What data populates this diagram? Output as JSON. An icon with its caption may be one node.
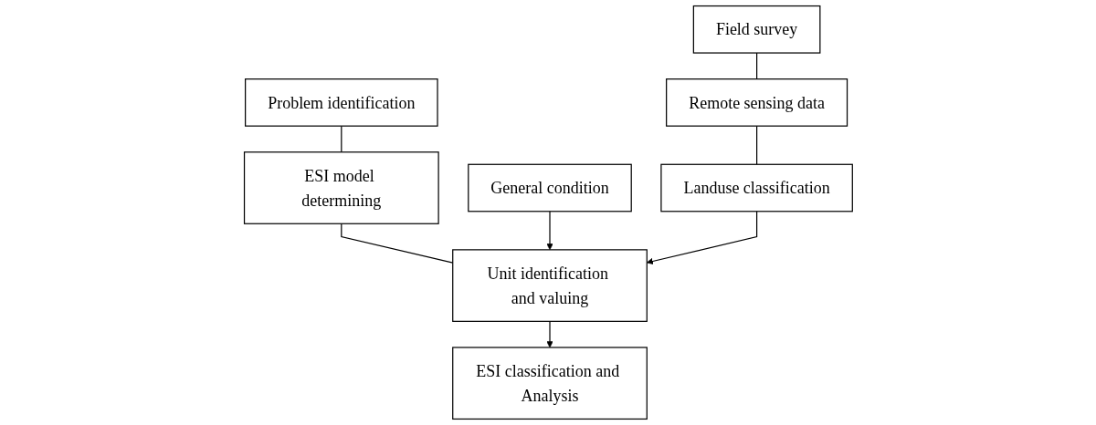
{
  "diagram": {
    "nodes": [
      {
        "text": [
          "Problem identification"
        ]
      },
      {
        "text": [
          "Field survey"
        ]
      },
      {
        "text": [
          "ESI model determining"
        ]
      },
      {
        "text": [
          "Remote sensing data"
        ]
      },
      {
        "text": [
          "General condition"
        ]
      },
      {
        "text": [
          "Unit identification and valuing"
        ]
      },
      {
        "text": [
          "Landuse classification"
        ]
      },
      {
        "text": [
          "ESI classification and Analysis"
        ]
      }
    ],
    "edges": [
      {
        "from": 0,
        "to": 2,
        "arrow": "none"
      },
      {
        "from": 2,
        "to": 5,
        "arrow": "none"
      },
      {
        "from": 1,
        "to": 3,
        "arrow": "none"
      },
      {
        "from": 3,
        "to": 6,
        "arrow": "none"
      },
      {
        "from": 4,
        "to": 5,
        "arrow": "to"
      },
      {
        "from": 6,
        "to": 5,
        "arrow": "to"
      },
      {
        "from": 5,
        "to": 7,
        "arrow": "to"
      }
    ]
  }
}
